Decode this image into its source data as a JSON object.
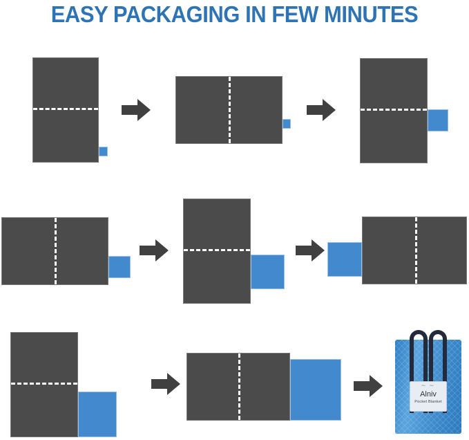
{
  "title": "EASY PACKAGING IN FEW MINUTES",
  "colors": {
    "title_blue": "#2e74b5",
    "fabric_gray": "#4b4b4b",
    "accent_blue": "#4389cd",
    "arrow_gray": "#404040",
    "handle_navy": "#252a3a",
    "fold_line": "#ffffff"
  },
  "rows": [
    {
      "id": "row-1",
      "steps": [
        {
          "id": "step-1",
          "shape": "vertical-panel",
          "fold": "horizontal",
          "pocket": "small-tab-right-bottom",
          "caption": ""
        },
        {
          "id": "step-2",
          "shape": "horizontal-panel",
          "fold": "vertical",
          "pocket": "small-tab-right-middle",
          "caption": ""
        },
        {
          "id": "step-3",
          "shape": "vertical-panel",
          "fold": "horizontal",
          "pocket": "square-right-lower",
          "caption": ""
        }
      ],
      "arrows": [
        "arrow-1",
        "arrow-2"
      ]
    },
    {
      "id": "row-2",
      "steps": [
        {
          "id": "step-4",
          "shape": "horizontal-panel",
          "fold": "vertical",
          "pocket": "square-right-lower",
          "caption": ""
        },
        {
          "id": "step-5",
          "shape": "vertical-panel",
          "fold": "horizontal",
          "pocket": "square-right-lower",
          "caption": ""
        },
        {
          "id": "step-6",
          "shape": "horizontal-panel",
          "fold": "vertical",
          "pocket": "square-left",
          "caption": ""
        }
      ],
      "arrows": [
        "arrow-3",
        "arrow-4"
      ]
    },
    {
      "id": "row-3",
      "steps": [
        {
          "id": "step-7",
          "shape": "vertical-panel",
          "fold": "horizontal",
          "pocket": "square-right-lower",
          "caption": ""
        },
        {
          "id": "step-8",
          "shape": "horizontal-panel",
          "fold": "vertical",
          "pocket": "square-right-full",
          "caption": ""
        },
        {
          "id": "step-9",
          "shape": "finished-bag",
          "fold": "none",
          "pocket": "none",
          "caption": ""
        }
      ],
      "arrows": [
        "arrow-5",
        "arrow-6"
      ]
    }
  ],
  "bag": {
    "brand": "Alniv",
    "subtitle": "Pocket Blanket",
    "birds": "⁓   ⁓",
    "handle_count": 2
  }
}
